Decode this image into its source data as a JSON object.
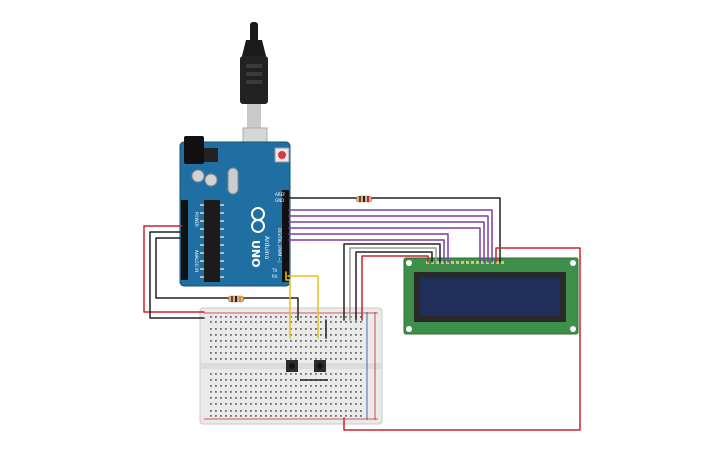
{
  "arduino": {
    "brand": "Arduino",
    "model": "UNO",
    "labels": {
      "aref": "AREF",
      "gnd": "GND",
      "digital": "DIGITAL (PWM ~)",
      "power": "POWER",
      "analog": "ANALOG IN",
      "tx": "TX",
      "rx": "RX",
      "reset": "RESET"
    }
  },
  "colors": {
    "board": "#1f6fa3",
    "breadboard": "#eaeaea",
    "lcd_pcb": "#3e8f4a",
    "lcd_screen": "#1f2f5a",
    "wire_red": "#c8252b",
    "wire_black": "#222222",
    "wire_purple": "#7b3fa3",
    "wire_yellow": "#e6c219",
    "wire_gray": "#9a9a9a",
    "resistor": "#d9b48a"
  },
  "icons": {
    "usb": "usb-cable-icon",
    "logo": "arduino-infinity-logo-icon",
    "button": "push-button-icon"
  }
}
